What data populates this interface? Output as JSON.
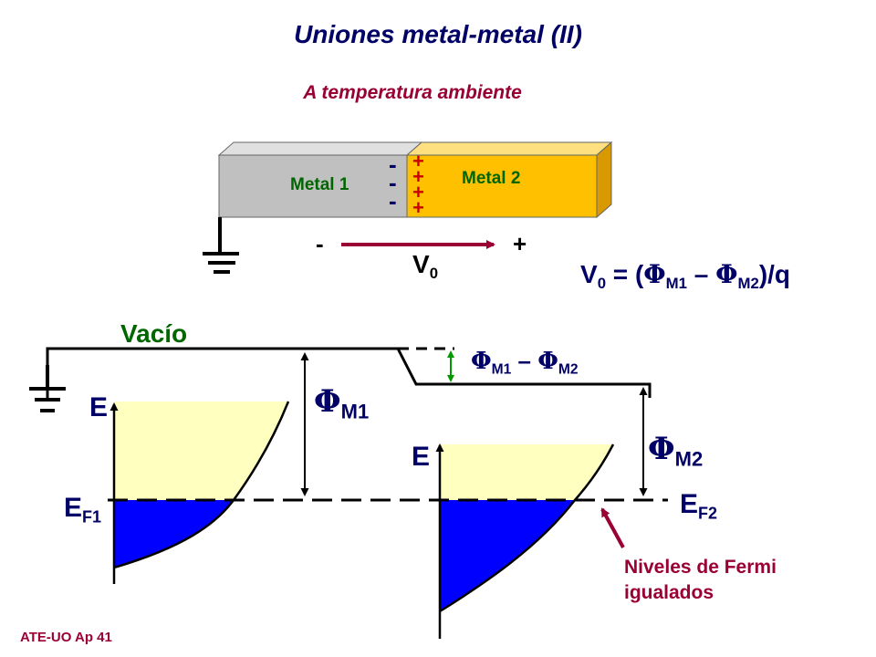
{
  "title": "Uniones metal-metal (II)",
  "subtitle": "A temperatura ambiente",
  "metal1_label": "Metal 1",
  "metal2_label": "Metal 2",
  "minus_signs": "-\n-\n-",
  "plus_signs": "+\n+\n+\n+",
  "v_minus": "-",
  "v_plus": "+",
  "v0_main": "V",
  "v0_sub": "0",
  "formula": {
    "v": "V",
    "v_sub": "0",
    "eq": " = (",
    "phi": "Φ",
    "m1": "M1",
    "minus": " – ",
    "m2": "M2",
    "tail": ")/q"
  },
  "vacuum_label": "Vacío",
  "diff_label": {
    "phi": "Φ",
    "m1": "M1",
    "minus": " – ",
    "m2": "M2"
  },
  "phi_m1": {
    "phi": "Φ",
    "sub": "M1"
  },
  "phi_m2": {
    "phi": "Φ",
    "sub": "M2"
  },
  "e_axis1": "E",
  "e_axis2": "E",
  "ef1": {
    "main": "E",
    "sub": "F1"
  },
  "ef2": {
    "main": "E",
    "sub": "F2"
  },
  "fermi_note": "Niveles de Fermi\nigualados",
  "footer": "ATE-UO Ap 41",
  "colors": {
    "title": "#000066",
    "accent": "#990033",
    "green": "#006600",
    "metal1_face": "#c0c0c0",
    "metal2_face": "#ffc000",
    "empty_band": "#ffffc0",
    "filled_band": "#0000ff"
  }
}
